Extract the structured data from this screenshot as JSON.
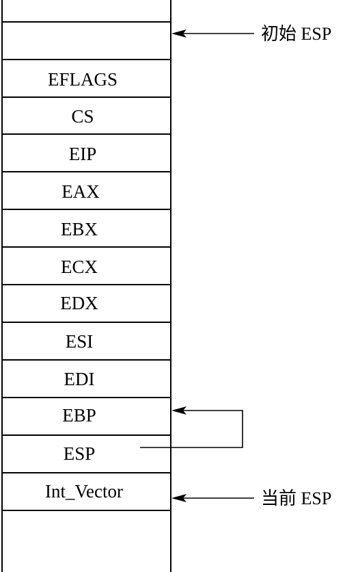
{
  "stack": {
    "cells": [
      "",
      "",
      "EFLAGS",
      "CS",
      "EIP",
      "EAX",
      "EBX",
      "ECX",
      "EDX",
      "ESI",
      "EDI",
      "EBP",
      "ESP",
      "Int_Vector",
      ""
    ]
  },
  "pointers": {
    "initial_esp": "初始 ESP",
    "current_esp": "当前 ESP"
  }
}
